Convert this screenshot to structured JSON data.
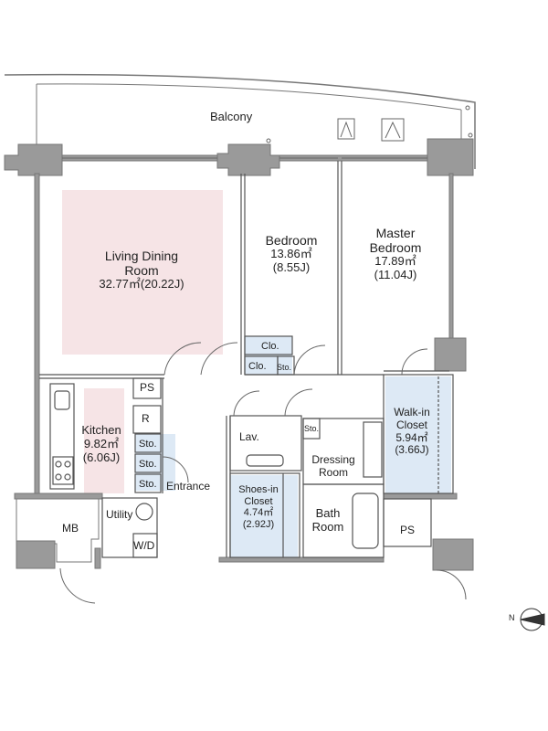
{
  "rooms": {
    "balcony": "Balcony",
    "living": {
      "name_line1": "Living Dining",
      "name_line2": "Room",
      "area": "32.77㎡(20.22J)"
    },
    "bedroom": {
      "name": "Bedroom",
      "area": "13.86㎡",
      "tatami": "(8.55J)"
    },
    "master": {
      "name_line1": "Master",
      "name_line2": "Bedroom",
      "area": "17.89㎡",
      "tatami": "(11.04J)"
    },
    "kitchen": {
      "name": "Kitchen",
      "area": "9.82㎡",
      "tatami": "(6.06J)"
    },
    "walkin": {
      "name_line1": "Walk-in",
      "name_line2": "Closet",
      "area": "5.94㎡",
      "tatami": "(3.66J)"
    },
    "shoes": {
      "name_line1": "Shoes-in",
      "name_line2": "Closet",
      "area": "4.74㎡",
      "tatami": "(2.92J)"
    },
    "dressing": {
      "name_line1": "Dressing",
      "name_line2": "Room"
    },
    "bath": {
      "name_line1": "Bath",
      "name_line2": "Room"
    },
    "entrance": "Entrance",
    "lav": "Lav.",
    "utility": "Utility",
    "wd": "W/D",
    "mb": "MB",
    "ps_left": "PS",
    "ps_right": "PS",
    "r": "R",
    "clo1": "Clo.",
    "clo2": "Clo.",
    "sto_bed": "Sto.",
    "sto_k1": "Sto.",
    "sto_k2": "Sto.",
    "sto_k3": "Sto.",
    "sto_lav": "Sto."
  },
  "compass": {
    "north": "N"
  },
  "colors": {
    "wall": "#8c8c8c",
    "living_fill": "#f6e4e6",
    "closet_fill": "#dde9f5",
    "line": "#555555"
  }
}
